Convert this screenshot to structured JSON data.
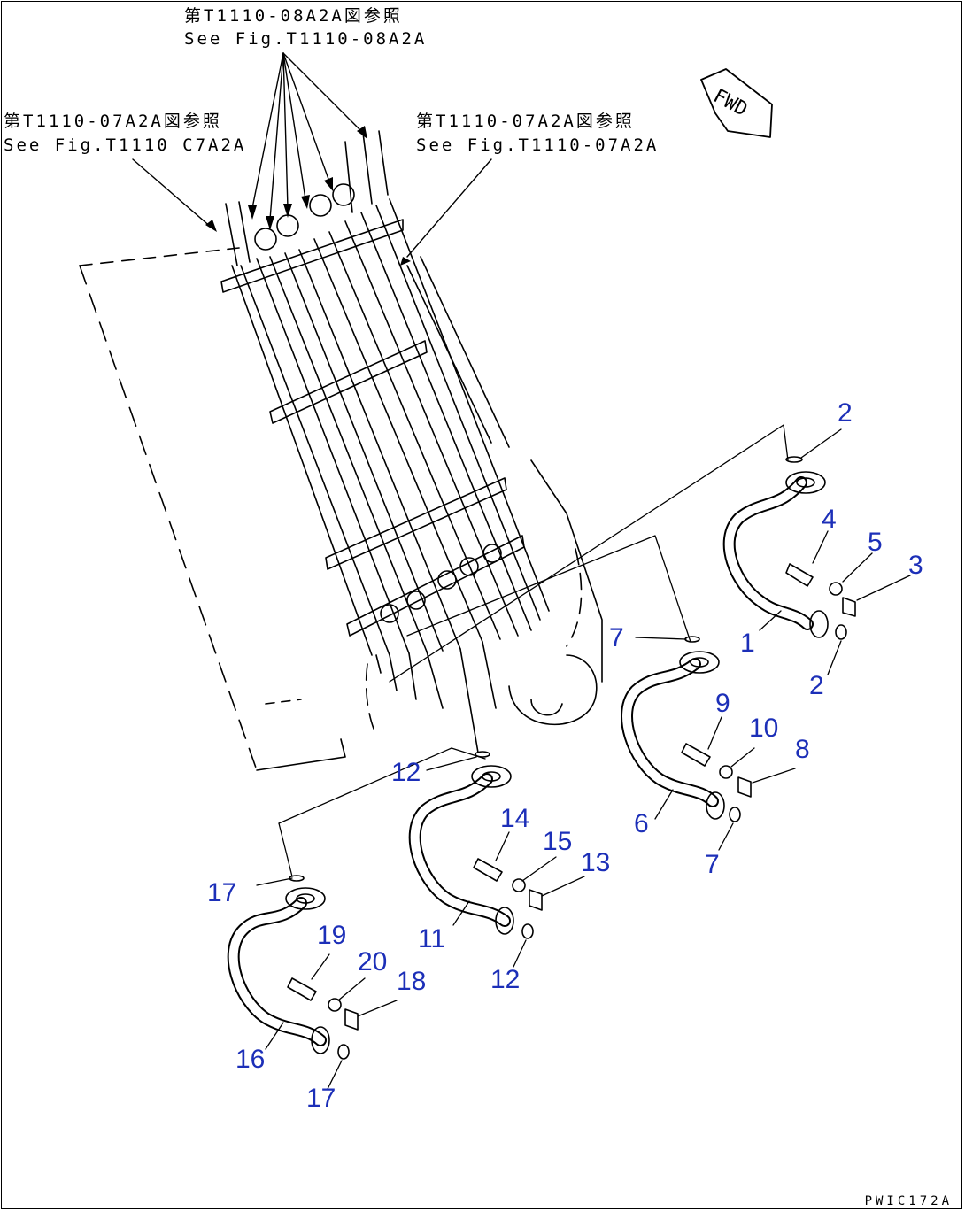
{
  "references": {
    "top_jp": "第T1110-08A2A図参照",
    "top_en": "See Fig.T1110-08A2A",
    "left_jp": "第T1110-07A2A図参照",
    "left_en": "See Fig.T1110 C7A2A",
    "right_jp": "第T1110-07A2A図参照",
    "right_en": "See Fig.T1110-07A2A"
  },
  "fwd_label": "FWD",
  "drawing_code": "PWIC172A",
  "callout_color": "#1c2fb8",
  "callouts": {
    "c2a": "2",
    "c4": "4",
    "c5": "5",
    "c3": "3",
    "c1": "1",
    "c2b": "2",
    "c7a": "7",
    "c9": "9",
    "c10": "10",
    "c8": "8",
    "c6": "6",
    "c7b": "7",
    "c12a": "12",
    "c14": "14",
    "c15": "15",
    "c13": "13",
    "c11": "11",
    "c12b": "12",
    "c17a": "17",
    "c19": "19",
    "c20": "20",
    "c18": "18",
    "c16": "16",
    "c17b": "17"
  }
}
